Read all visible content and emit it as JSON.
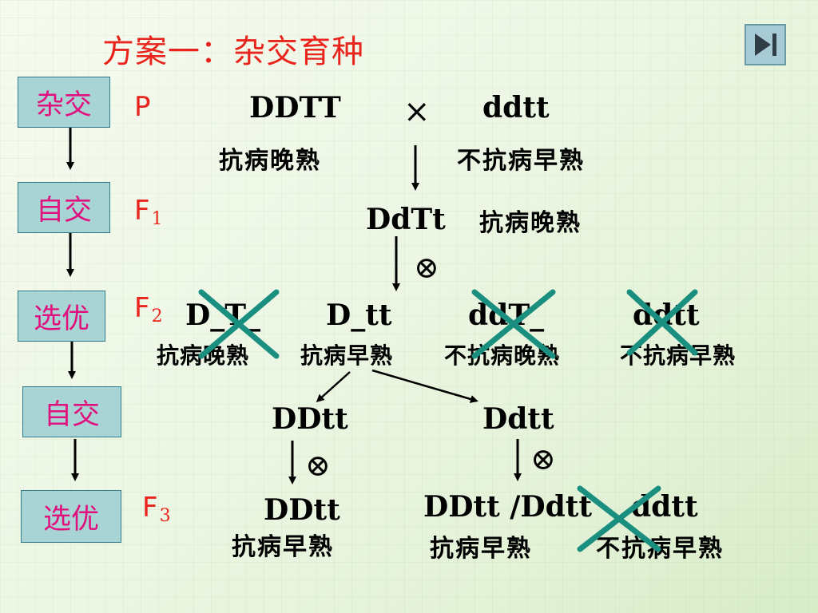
{
  "title": "方案一：杂交育种",
  "steps": [
    "杂交",
    "自交",
    "选优",
    "自交",
    "选优"
  ],
  "generations": {
    "p": "P",
    "f1": "F",
    "f1_sub": "1",
    "f2": "F",
    "f2_sub": "2",
    "f3": "F",
    "f3_sub": "3"
  },
  "parents": {
    "p1_genotype": "DDTT",
    "cross_symbol": "×",
    "p2_genotype": "ddtt",
    "p1_phenotype": "抗病晚熟",
    "p2_phenotype": "不抗病早熟"
  },
  "f1": {
    "genotype": "DdTt",
    "phenotype": "抗病晚熟",
    "selfing_symbol": "⊗"
  },
  "f2": {
    "genotypes": [
      "D_T_",
      "D_tt",
      "ddT_",
      "ddtt"
    ],
    "phenotypes": [
      "抗病晚熟",
      "抗病早熟",
      "不抗病晚熟",
      "不抗病早熟"
    ],
    "rejected": [
      true,
      false,
      true,
      true
    ]
  },
  "selfed": {
    "left_genotype": "DDtt",
    "right_genotype": "Ddtt",
    "selfing_symbol": "⊗"
  },
  "f3": {
    "left_genotype": "DDtt",
    "left_phenotype": "抗病早熟",
    "right_genotypes": "DDtt /Ddtt",
    "right_phenotype": "抗病早熟",
    "rejected_genotype": "ddtt",
    "rejected_phenotype": "不抗病早熟"
  },
  "colors": {
    "title": "#e8241c",
    "step_text": "#e0117d",
    "step_box": "#a9d4d6",
    "reject_mark": "#1a8f80"
  }
}
